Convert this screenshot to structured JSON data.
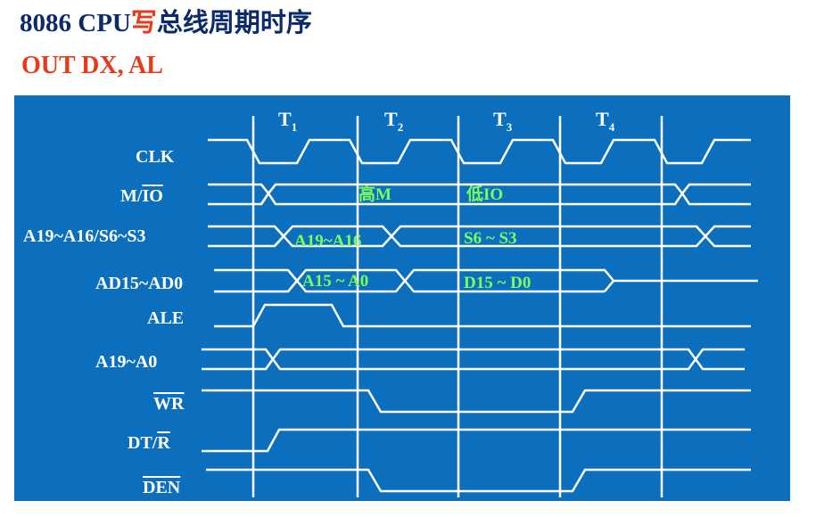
{
  "title": {
    "prefix": "8086 CPU",
    "highlight": "写",
    "suffix": "总线周期时序"
  },
  "subtitle": "OUT DX, AL",
  "diagram": {
    "states": [
      {
        "main": "T",
        "sub": "1"
      },
      {
        "main": "T",
        "sub": "2"
      },
      {
        "main": "T",
        "sub": "3"
      },
      {
        "main": "T",
        "sub": "4"
      }
    ],
    "signals": [
      {
        "label": "CLK",
        "overbar": ""
      },
      {
        "label": "M/",
        "overbar": "IO"
      },
      {
        "label": "A19~A16/S6~S3",
        "overbar": ""
      },
      {
        "label": "AD15~AD0",
        "overbar": ""
      },
      {
        "label": "ALE",
        "overbar": ""
      },
      {
        "label": "A19~A0",
        "overbar": ""
      },
      {
        "label": "",
        "overbar": "WR"
      },
      {
        "label": "DT/",
        "overbar": "R"
      },
      {
        "label": "",
        "overbar": "DEN"
      }
    ],
    "annotations": {
      "mio_high": "高M",
      "mio_low": "低IO",
      "addr_high": "A19~A16",
      "status": "S6 ~ S3",
      "addr_low": "A15 ~ A0",
      "data": "D15 ~ D0"
    }
  }
}
